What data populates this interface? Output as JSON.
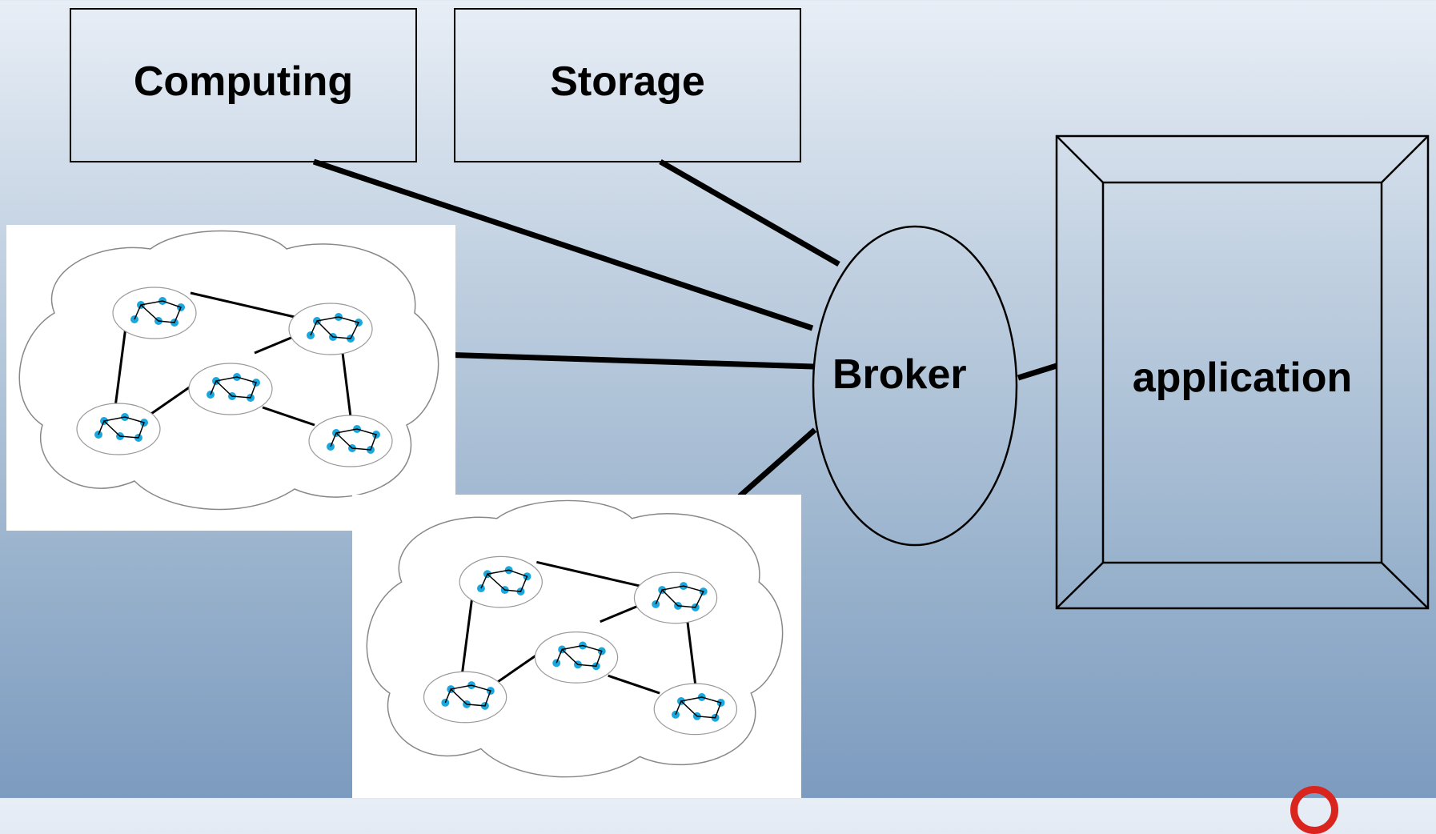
{
  "diagram": {
    "computing_label": "Computing",
    "storage_label": "Storage",
    "broker_label": "Broker",
    "application_label": "application"
  },
  "colors": {
    "line": "#000000",
    "router": "#1aa7dd",
    "logo": "#d9251d"
  }
}
